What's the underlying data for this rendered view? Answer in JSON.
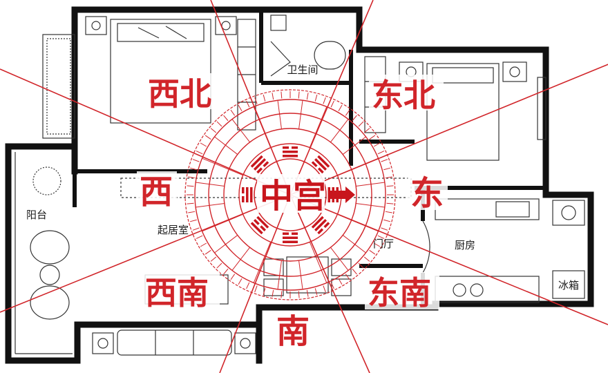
{
  "rooms": {
    "bathroom": "卫生间",
    "balcony": "阳台",
    "living_room": "起居室",
    "foyer": "门厅",
    "kitchen": "厨房",
    "fridge": "冰箱"
  },
  "directions": {
    "northwest": "西北",
    "northeast": "东北",
    "west": "西",
    "east": "东",
    "southwest": "西南",
    "southeast": "东南",
    "south": "南"
  },
  "center": "中宫",
  "colors": {
    "red": "#d1252a",
    "wall": "#111111",
    "line": "#333333"
  }
}
